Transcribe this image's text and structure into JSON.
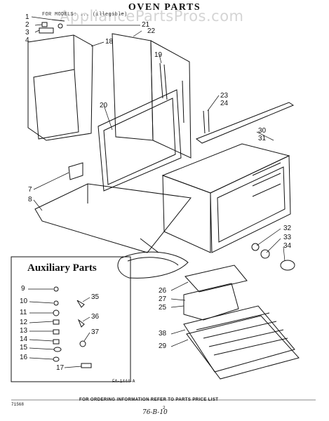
{
  "page": {
    "title": "OVEN PARTS",
    "subtitle": "FOR MODELS: ... (illegible)",
    "watermark": "AppliancePartsPros.com",
    "aux_title": "Auxiliary Parts",
    "diagram_code": "FA-1444-A",
    "sheet_code": "71568",
    "page_number": "2",
    "footer": "FOR ORDERING INFORMATION REFER TO PARTS PRICE LIST",
    "handwritten": "76-B-10"
  },
  "callouts": {
    "c1": "1",
    "c2": "2",
    "c3": "3",
    "c4": "4",
    "c7": "7",
    "c8": "8",
    "c9": "9",
    "c10": "10",
    "c11": "11",
    "c12": "12",
    "c13": "13",
    "c14": "14",
    "c15": "15",
    "c16": "16",
    "c17": "17",
    "c18": "18",
    "c19": "19",
    "c20": "20",
    "c21": "21",
    "c22": "22",
    "c23": "23",
    "c24": "24",
    "c25": "25",
    "c26": "26",
    "c27": "27",
    "c29": "29",
    "c30": "30",
    "c31": "31",
    "c32": "32",
    "c33": "33",
    "c34": "34",
    "c35": "35",
    "c36": "36",
    "c37": "37",
    "c38": "38"
  },
  "colors": {
    "ink": "#111111",
    "paper": "#ffffff"
  }
}
